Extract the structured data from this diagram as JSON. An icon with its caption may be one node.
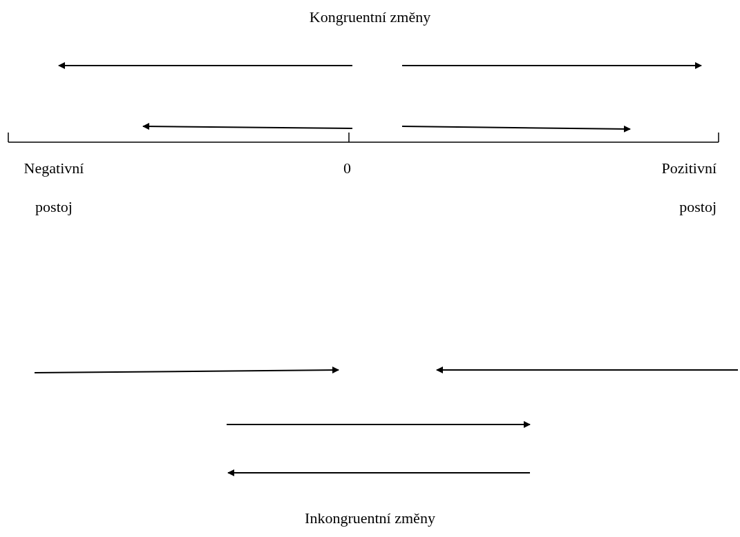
{
  "diagram": {
    "title": "Kongruentní změny",
    "caption": "Inkongruentní změny",
    "labels": [
      "Negativní postoj",
      "0",
      "Pozitivní postoj"
    ]
  }
}
